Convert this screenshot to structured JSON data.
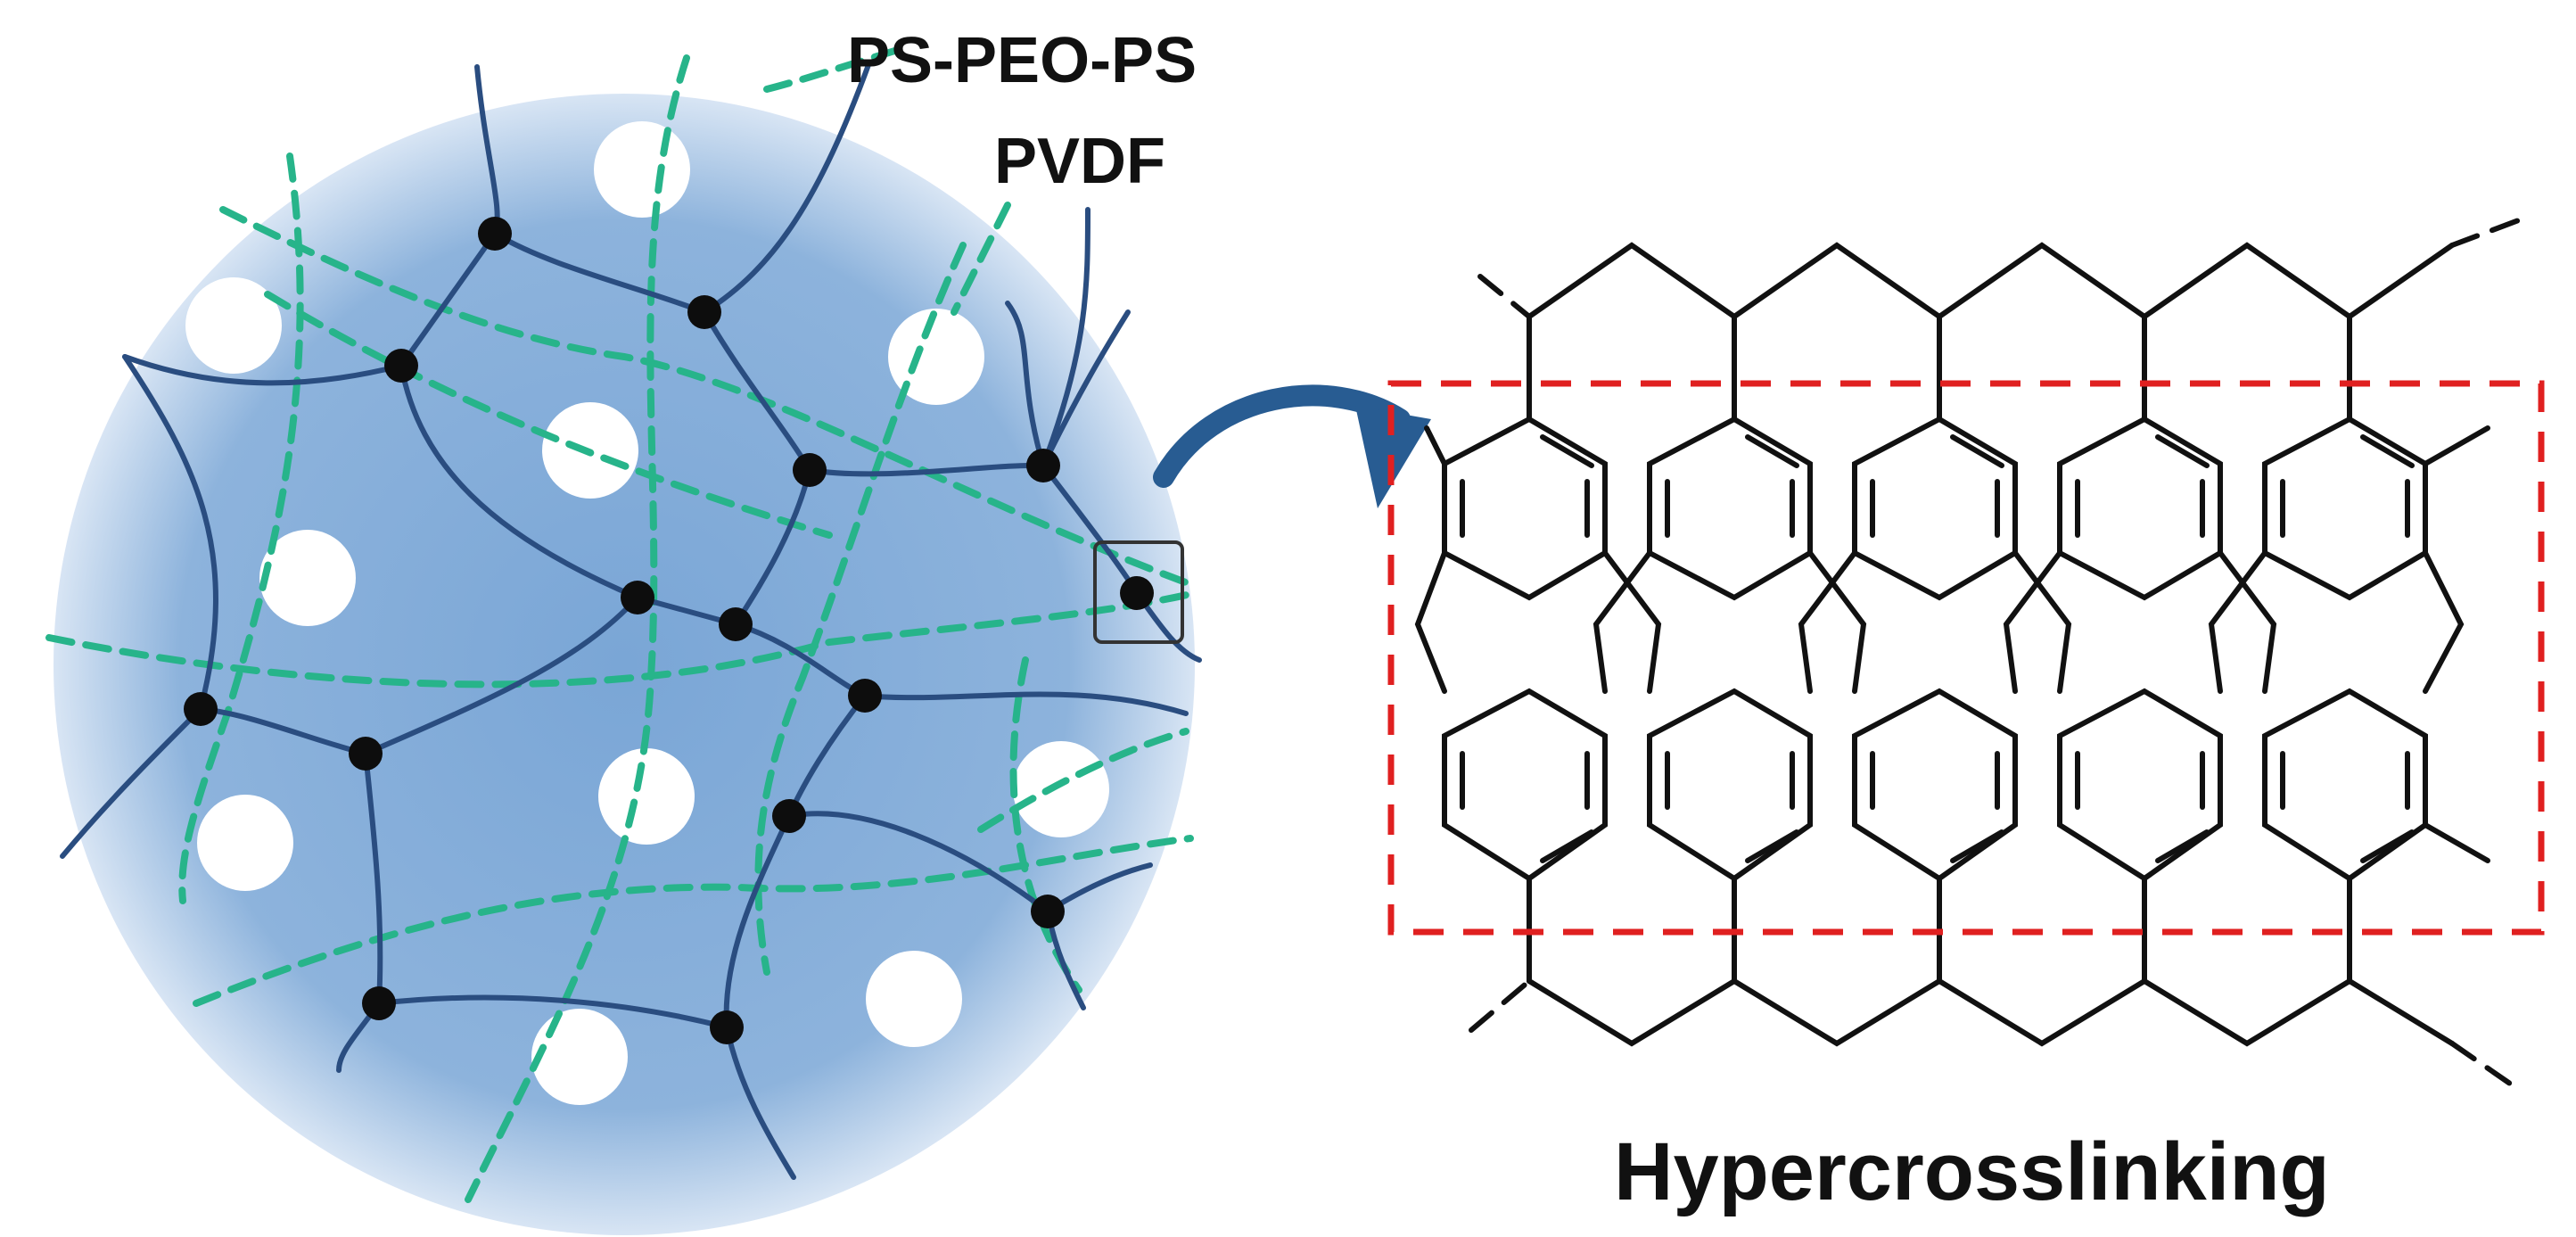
{
  "labels": {
    "ps_peo_ps": "PS-PEO-PS",
    "pvdf": "PVDF",
    "hypercrosslinking": "Hypercrosslinking"
  },
  "colors": {
    "sphere_center": "#ffffff",
    "sphere_inner": "#8db3dc",
    "sphere_edge": "#bcd3ec",
    "chain": "#2a4d80",
    "pvdf_dash": "#27b48a",
    "node": "#0d0d0d",
    "pore": "#ffffff",
    "arrow": "#285c92",
    "highlight_box": "#e02020",
    "structure": "#111111"
  },
  "icons": {
    "arrow": "curved-arrow-icon",
    "magnifier": "selection-box-icon"
  }
}
